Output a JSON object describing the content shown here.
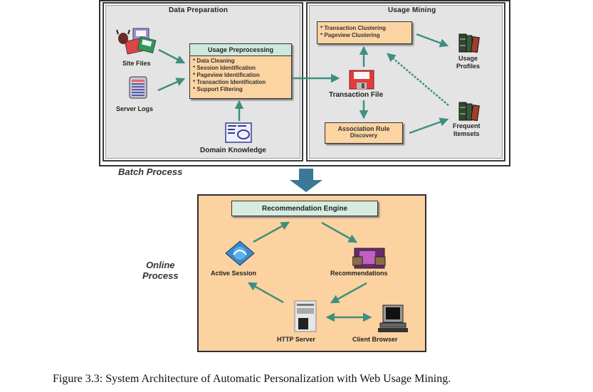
{
  "batch": {
    "label": "Batch Process",
    "data_preparation": {
      "title": "Data Preparation",
      "site_files": "Site Files",
      "server_logs": "Server Logs",
      "domain_knowledge": "Domain Knowledge",
      "usage_preprocessing": {
        "title": "Usage Preprocessing",
        "items": [
          "Data Cleaning",
          "Session Identification",
          "Pageview Identification",
          "Transaction Identification",
          "Support Filtering"
        ]
      }
    },
    "usage_mining": {
      "title": "Usage Mining",
      "clustering": [
        "Transaction Clustering",
        "Pageview Clustering"
      ],
      "transaction_file": "Transaction File",
      "association": {
        "line1": "Association Rule",
        "line2": "Discovery"
      },
      "usage_profiles": {
        "line1": "Usage",
        "line2": "Profiles"
      },
      "frequent_itemsets": {
        "line1": "Frequent",
        "line2": "Itemsets"
      }
    }
  },
  "online": {
    "label_line1": "Online",
    "label_line2": "Process",
    "engine": "Recommendation Engine",
    "active_session": "Active Session",
    "recommendations": "Recommendations",
    "http_server": "HTTP Server",
    "client_browser": "Client Browser"
  },
  "caption": "Figure 3.3: System Architecture of Automatic Personalization with Web Usage Mining.",
  "colors": {
    "arrow": "#3f8f80",
    "box_fill": "#fbd4a2",
    "header_fill": "#cfe8dc",
    "panel_fill": "#e4e4e4",
    "online_fill": "#fbd2a0",
    "big_arrow": "#3a7896"
  }
}
